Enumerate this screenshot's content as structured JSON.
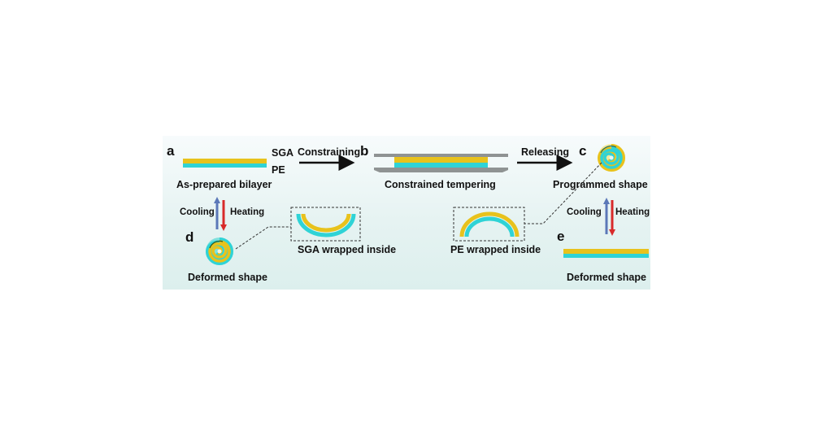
{
  "figure": {
    "colors": {
      "sga": "#e8c21c",
      "pe": "#2fd3d6",
      "plate": "#8f9393",
      "cooling_arrow": "#5b78b8",
      "heating_arrow": "#d82a2a",
      "text": "#111111"
    },
    "panels": {
      "a": {
        "letter": "a",
        "caption": "As-prepared bilayer",
        "top_layer_label": "SGA",
        "bottom_layer_label": "PE"
      },
      "b": {
        "letter": "b",
        "caption": "Constrained tempering"
      },
      "c": {
        "letter": "c",
        "caption": "Programmed shape"
      },
      "d": {
        "letter": "d",
        "caption": "Deformed shape",
        "inset_caption": "SGA wrapped inside"
      },
      "e": {
        "letter": "e",
        "caption": "Deformed shape",
        "inset_caption": "PE wrapped inside"
      }
    },
    "arrows": {
      "a_to_b": "Constraining",
      "b_to_c": "Releasing"
    },
    "cycles": {
      "left": {
        "cooling": "Cooling",
        "heating": "Heating"
      },
      "right": {
        "cooling": "Cooling",
        "heating": "Heating"
      }
    }
  }
}
